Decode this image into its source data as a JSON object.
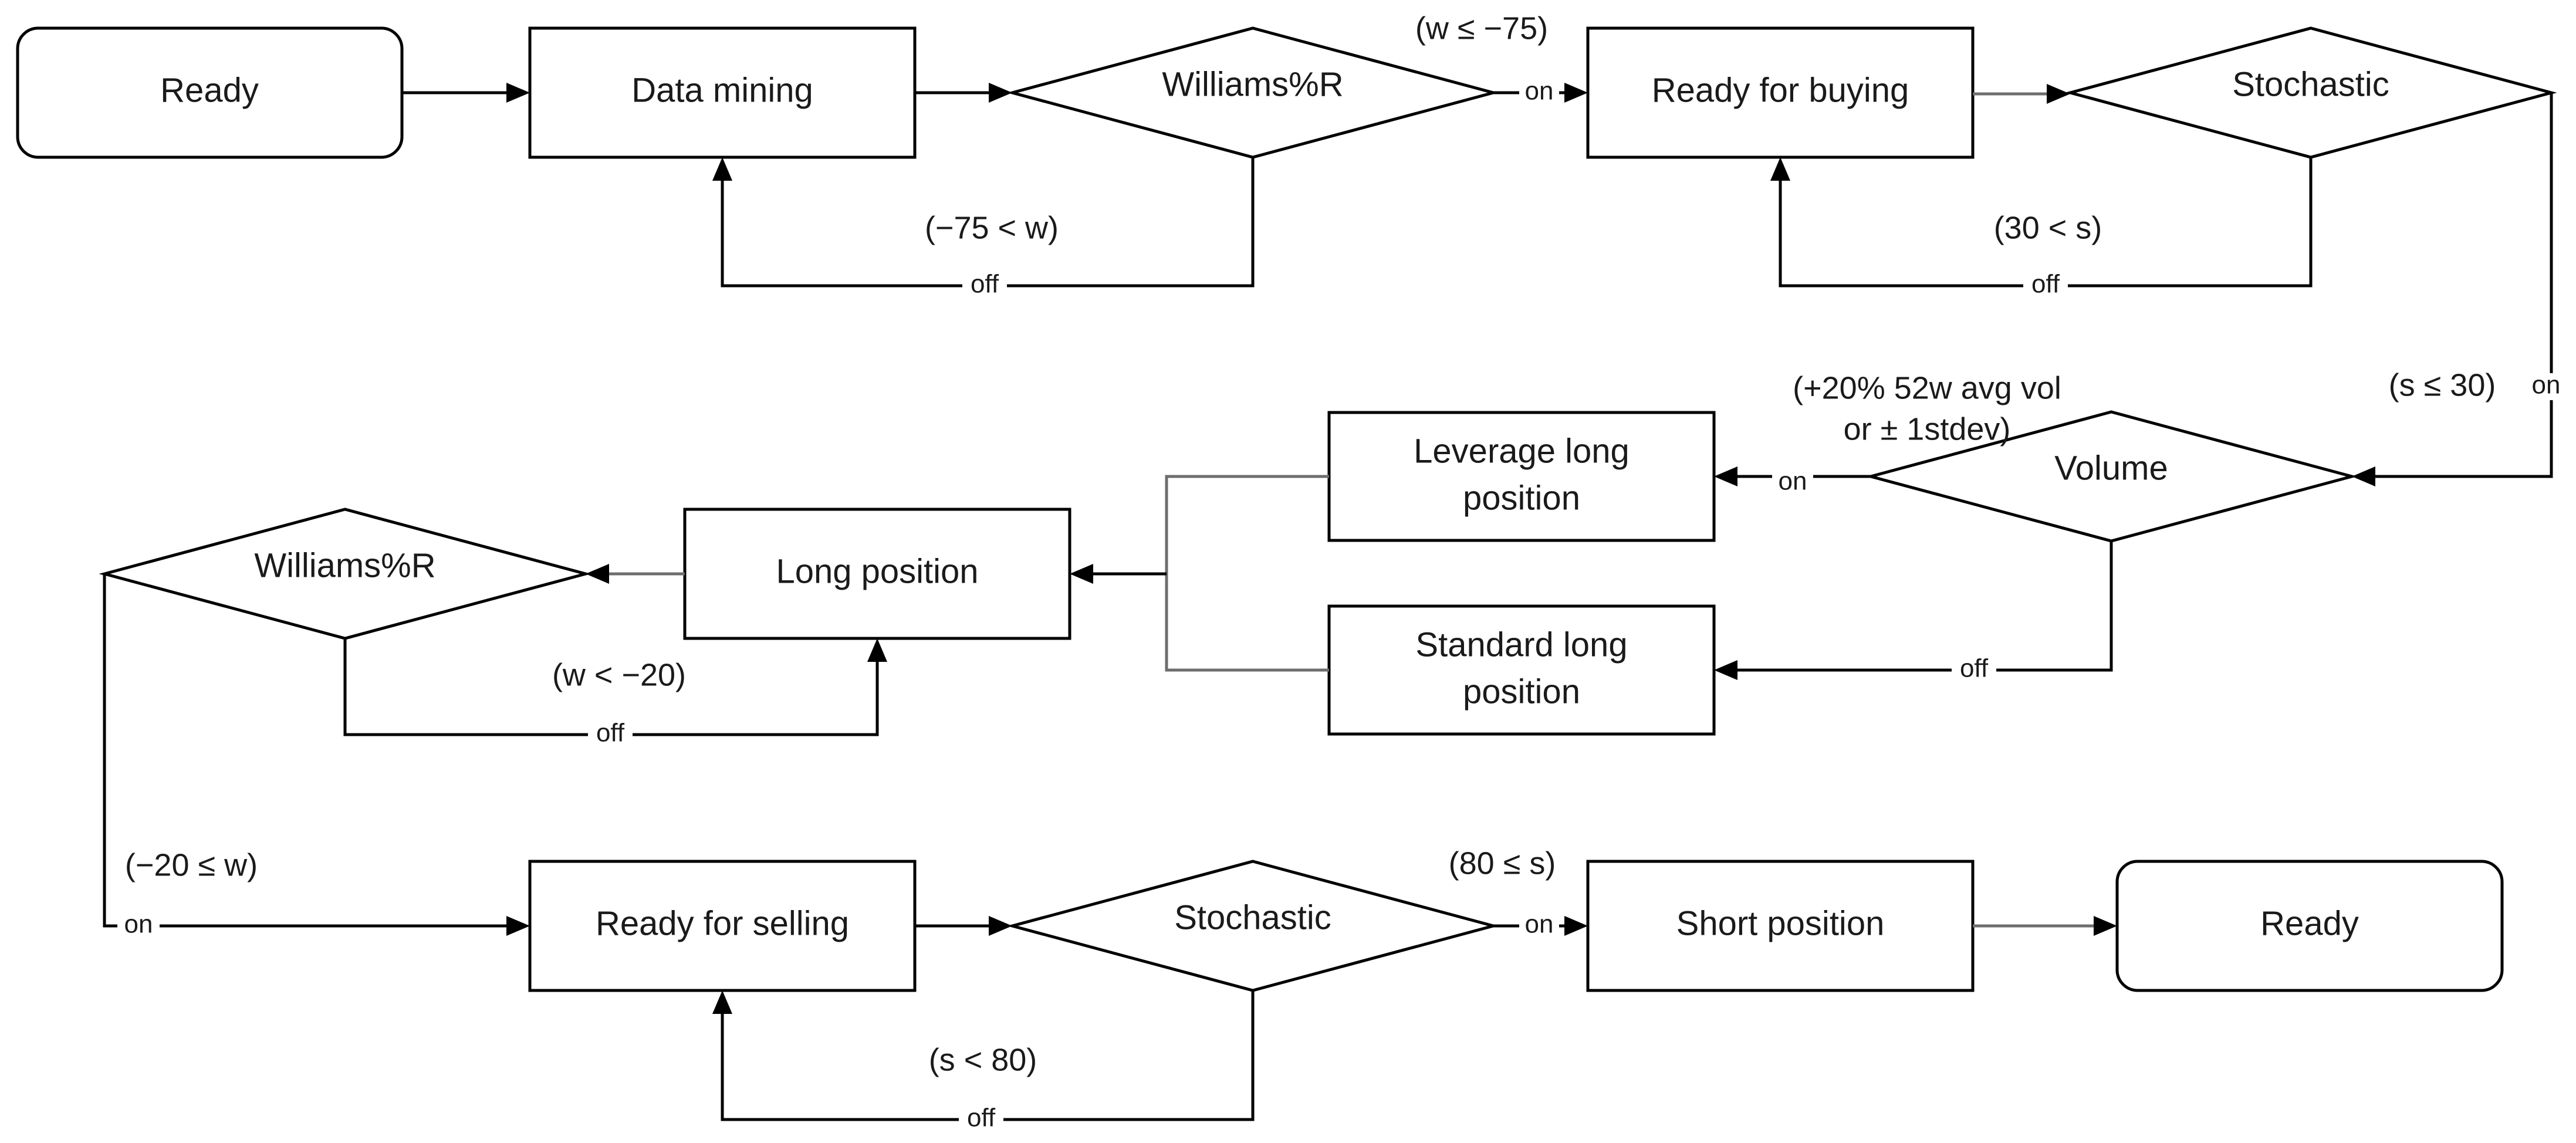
{
  "nodes": {
    "ready_start": "Ready",
    "data_mining": "Data mining",
    "williams_r_1": "Williams%R",
    "ready_for_buying": "Ready for buying",
    "stochastic_1": "Stochastic",
    "volume": "Volume",
    "leverage_long_line1": "Leverage long",
    "leverage_long_line2": "position",
    "standard_long_line1": "Standard long",
    "standard_long_line2": "position",
    "long_position": "Long position",
    "williams_r_2": "Williams%R",
    "ready_for_selling": "Ready for selling",
    "stochastic_2": "Stochastic",
    "short_position": "Short position",
    "ready_end": "Ready"
  },
  "conditions": {
    "w_le_neg75": "(w ≤ −75)",
    "neg75_lt_w": "(−75 < w)",
    "thirty_lt_s": "(30 < s)",
    "s_le_30": "(s ≤ 30)",
    "volume_line1": "(+20% 52w avg vol",
    "volume_line2": "or ± 1stdev)",
    "w_lt_neg20": "(w < −20)",
    "neg20_le_w": "(−20 ≤ w)",
    "eighty_le_s": "(80 ≤ s)",
    "s_lt_80": "(s < 80)"
  },
  "edge_tags": {
    "on": "on",
    "off": "off"
  }
}
